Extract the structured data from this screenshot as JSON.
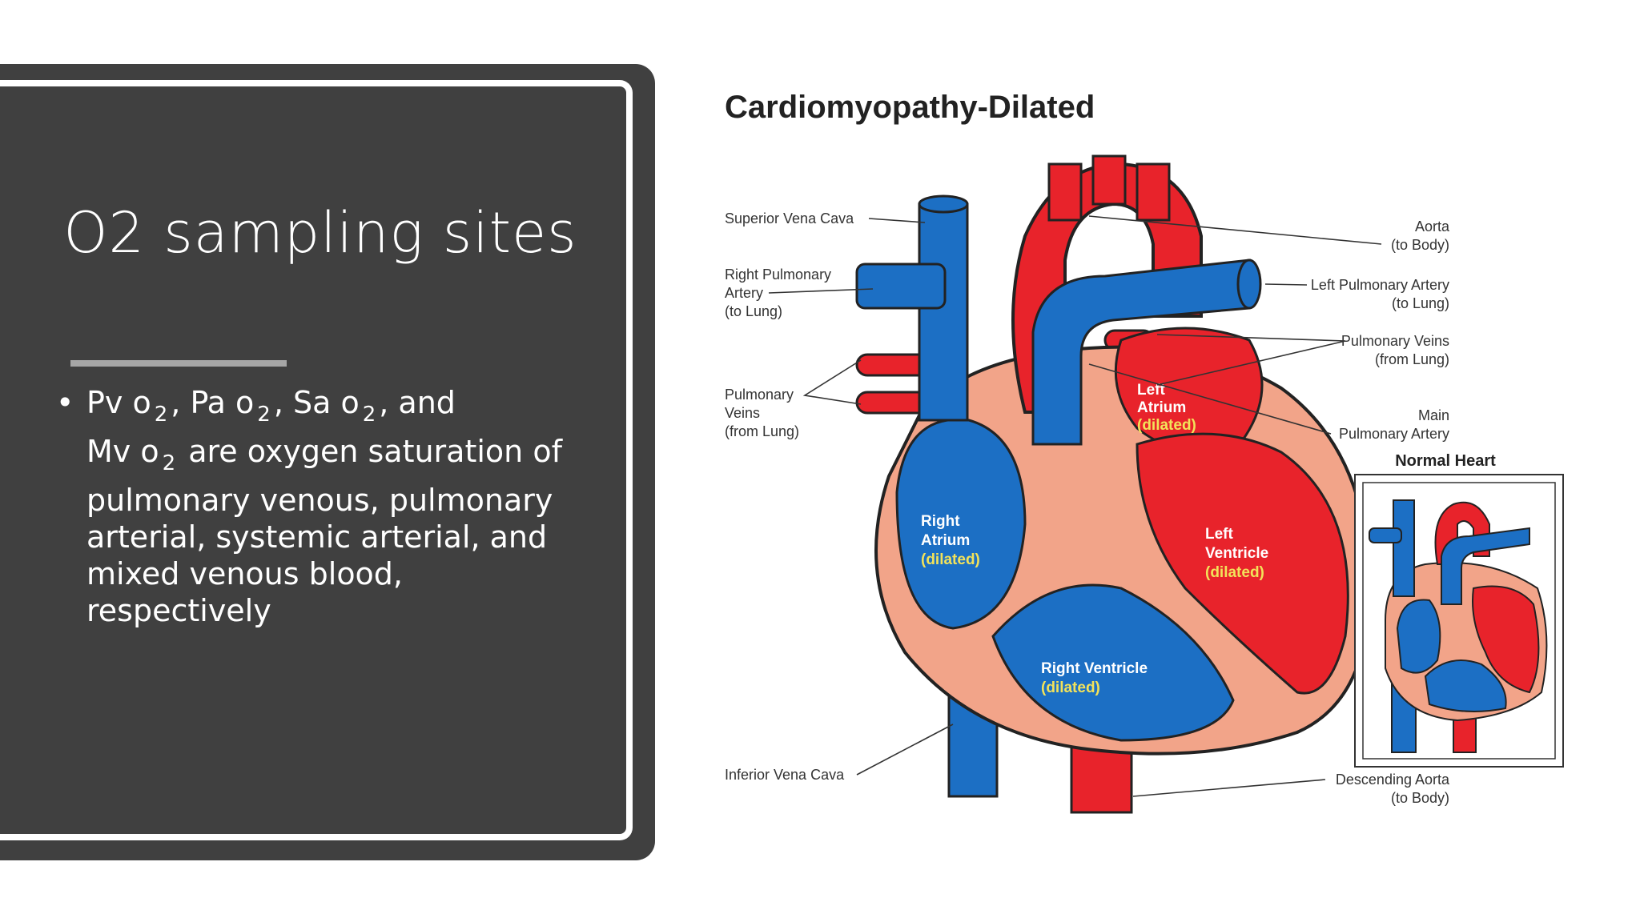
{
  "slide": {
    "title": "O2 sampling sites",
    "bullet": {
      "marker": "•",
      "parts": [
        "Pv o",
        "2",
        ", Pa o",
        "2",
        ", Sa o",
        "2",
        ", and",
        "Mv o",
        "2",
        " are oxygen saturation of pulmonary venous, pulmonary arterial, systemic arterial, and mixed venous blood, respectively"
      ]
    }
  },
  "figure": {
    "title": "Cardiomyopathy-Dilated",
    "labels": {
      "svc": "Superior Vena Cava",
      "rpa1": "Right Pulmonary",
      "rpa2": "Artery",
      "rpa3": "(to Lung)",
      "pvl1": "Pulmonary",
      "pvl2": "Veins",
      "pvl3": "(from Lung)",
      "ivc": "Inferior Vena Cava",
      "aorta1": "Aorta",
      "aorta2": "(to Body)",
      "lpa1": "Left Pulmonary Artery",
      "lpa2": "(to Lung)",
      "pvr1": "Pulmonary Veins",
      "pvr2": "(from Lung)",
      "mpa1": "Main",
      "mpa2": "Pulmonary Artery",
      "da1": "Descending Aorta",
      "da2": "(to Body)",
      "normal": "Normal Heart",
      "la1": "Left",
      "la2": "Atrium",
      "la3": "(dilated)",
      "ra1": "Right",
      "ra2": "Atrium",
      "ra3": "(dilated)",
      "lv1": "Left",
      "lv2": "Ventricle",
      "lv3": "(dilated)",
      "rv1": "Right Ventricle",
      "rv2": "(dilated)"
    },
    "colors": {
      "red": "#e8232b",
      "blue": "#1c6fc4",
      "pink": "#f2a489",
      "dark": "#222222"
    }
  }
}
